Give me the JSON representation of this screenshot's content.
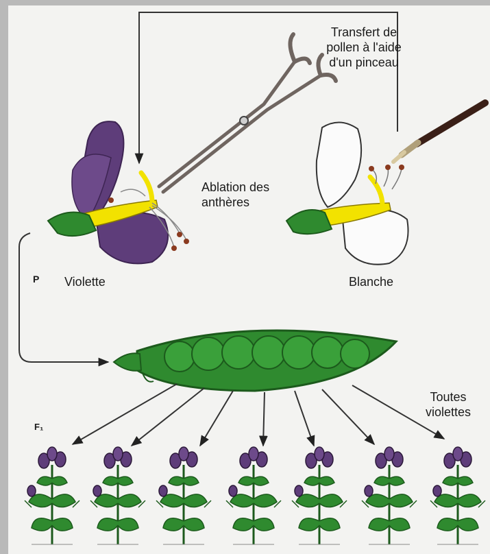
{
  "labels": {
    "transfer": "Transfert de pollen à l'aide d'un pinceau",
    "ablation": "Ablation des anthères",
    "p": "P",
    "violette": "Violette",
    "blanche": "Blanche",
    "f1": "F₁",
    "toutes": "Toutes violettes"
  },
  "colors": {
    "violet": "#5e3d7a",
    "violet_dark": "#3d2452",
    "green": "#2f8a2f",
    "green_dark": "#1c5a1c",
    "yellow": "#f2e200",
    "stamen": "#8a3a1f"
  },
  "offspring": {
    "count": 7,
    "flower_color": "violette"
  }
}
